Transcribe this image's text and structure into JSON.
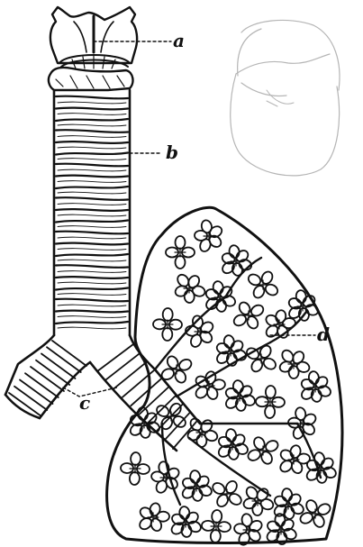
{
  "figure": {
    "labels": {
      "a": "a",
      "b": "b",
      "c": "c",
      "d": "d"
    }
  },
  "colors": {
    "ink": "#111111",
    "faint_sketch": "#b5b5b5",
    "paper": "#ffffff"
  }
}
